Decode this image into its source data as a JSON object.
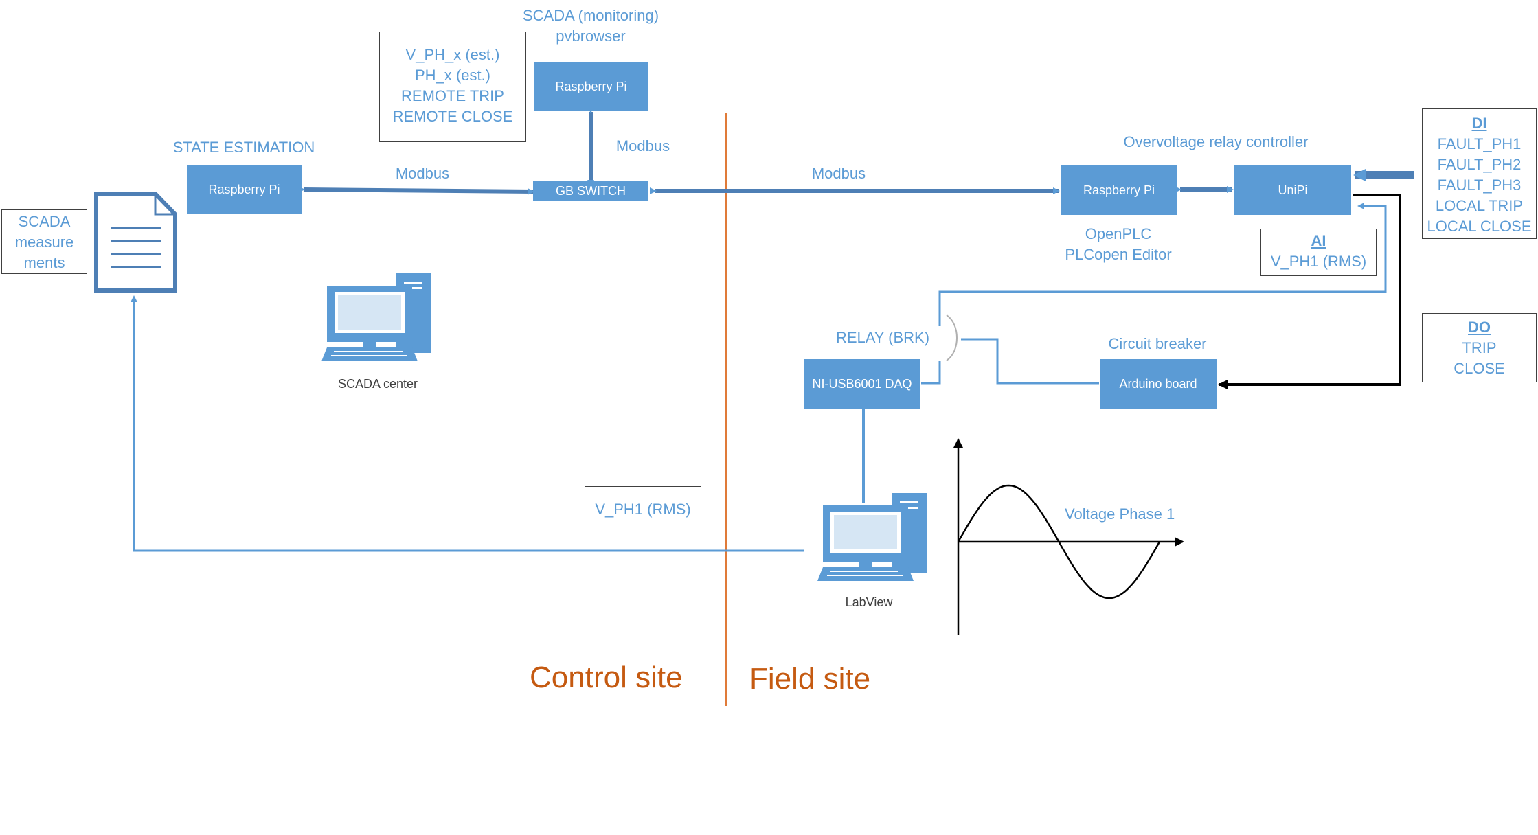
{
  "colors": {
    "accent": "#5b9bd5",
    "site_divider": "#e07b39",
    "site_text": "#c55a11",
    "dark": "#000000"
  },
  "scada_header": {
    "line1": "SCADA (monitoring)",
    "line2": "pvbrowser"
  },
  "scada_pi": "Raspberry Pi",
  "scada_info": [
    "V_PH_x (est.)",
    "PH_x (est.)",
    "REMOTE TRIP",
    "REMOTE CLOSE"
  ],
  "state_estimation": {
    "title": "STATE ESTIMATION",
    "device": "Raspberry Pi"
  },
  "switch": "GB SWITCH",
  "links": {
    "left": "Modbus",
    "vertical": "Modbus",
    "right": "Modbus"
  },
  "scada_measurements": [
    "SCADA",
    "measure",
    "ments"
  ],
  "document_icon": "document-icon",
  "scada_center": {
    "icon": "computer-icon",
    "label": "SCADA center"
  },
  "controller": {
    "title": "Overvoltage relay controller",
    "pi": "Raspberry Pi",
    "unipi": "UniPi",
    "openplc": "OpenPLC",
    "editor": "PLCopen Editor"
  },
  "di": {
    "header": "DI",
    "items": [
      "FAULT_PH1",
      "FAULT_PH2",
      "FAULT_PH3",
      "LOCAL TRIP",
      "LOCAL CLOSE"
    ]
  },
  "ai": {
    "header": "AI",
    "items": [
      "V_PH1 (RMS)"
    ]
  },
  "do": {
    "header": "DO",
    "items": [
      "TRIP",
      "CLOSE"
    ]
  },
  "relay": {
    "title": "RELAY (BRK)",
    "device": "NI-USB6001 DAQ"
  },
  "breaker": {
    "title": "Circuit breaker",
    "device": "Arduino board"
  },
  "vph1_box": "V_PH1 (RMS)",
  "labview": {
    "icon": "computer-icon",
    "label": "LabView"
  },
  "waveform": {
    "label": "Voltage Phase 1",
    "icon": "sine-wave-icon"
  },
  "sites": {
    "control": "Control site",
    "field": "Field site"
  }
}
